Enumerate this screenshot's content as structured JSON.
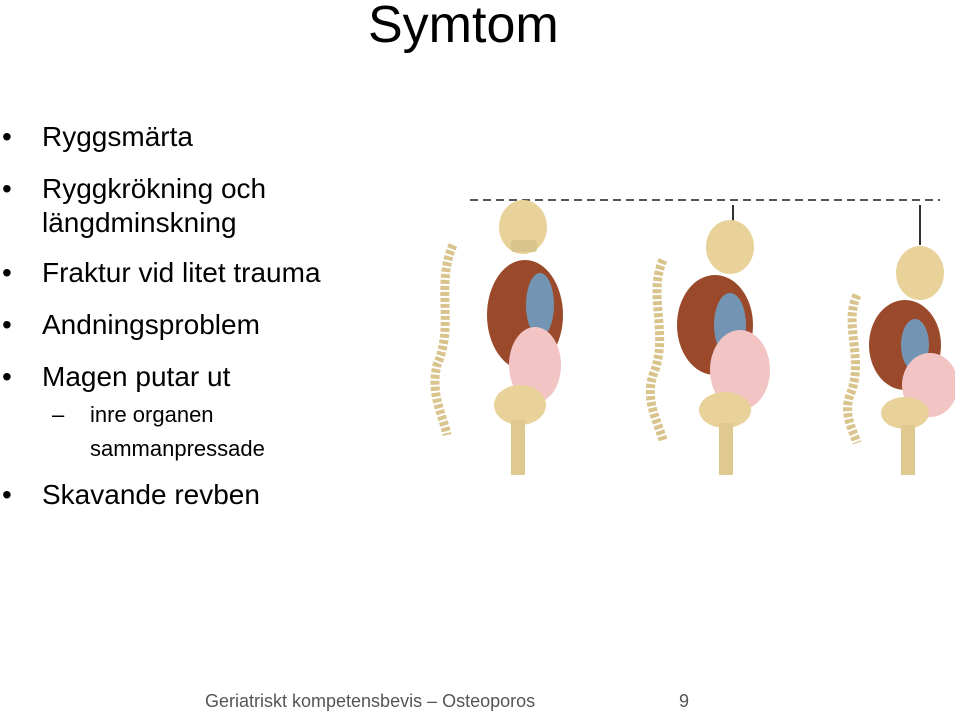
{
  "slide": {
    "title": "Symtom",
    "bullets": [
      "Ryggsmärta",
      "Ryggkrökning och längdminskning",
      "Fraktur vid litet trauma",
      "Andningsproblem",
      "Magen putar ut"
    ],
    "sub_bullet": "inre organen sammanpressade",
    "last_bullet": "Skavande revben",
    "footer": "Geriatriskt kompetensbevis – Osteoporos",
    "page_number": "9"
  },
  "figure": {
    "icon": "skeleton-posture-illustration",
    "colors": {
      "bone": "#e8d29a",
      "ribs": "#9a4a2a",
      "lung": "#6aa6d6",
      "belly": "#f2c4c4",
      "line": "#555555"
    }
  }
}
